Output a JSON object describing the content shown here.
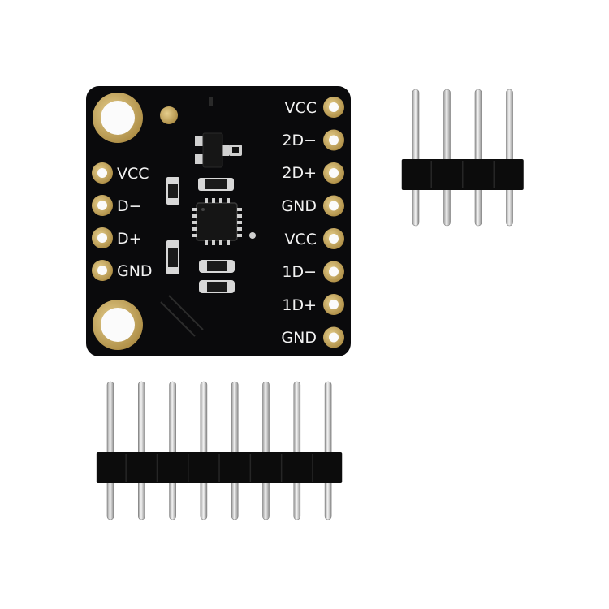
{
  "colors": {
    "background": "#ffffff",
    "pcb": "#0a0a0c",
    "pad_gold": "#c9a95a",
    "silkscreen": "#f2f2f2",
    "pin_metal": "#d6d6d6",
    "header_plastic": "#0c0c0c"
  },
  "board": {
    "left_labels": [
      "VCC",
      "D−",
      "D+",
      "GND"
    ],
    "right_labels": [
      "VCC",
      "2D−",
      "2D+",
      "GND",
      "VCC",
      "1D−",
      "1D+",
      "GND"
    ]
  },
  "headers": {
    "small_pin_count": 4,
    "large_pin_count": 8
  }
}
